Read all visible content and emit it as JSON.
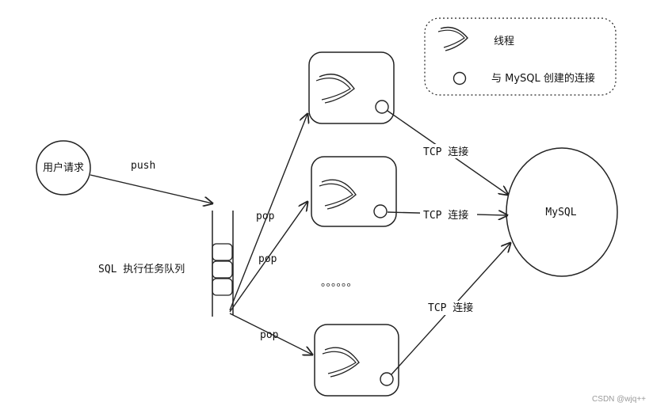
{
  "legend": {
    "thread_label": "线程",
    "connection_label": "与 MySQL 创建的连接"
  },
  "user_request": "用户请求",
  "push_label": "push",
  "queue_label": "SQL 执行任务队列",
  "pop_labels": [
    "pop",
    "pop",
    "pop"
  ],
  "ellipsis": "。。。。。。",
  "tcp_labels": [
    "TCP 连接",
    "TCP 连接",
    "TCP 连接"
  ],
  "mysql_label": "MySQL",
  "watermark": "CSDN @wjq++",
  "colors": {
    "stroke": "#222222",
    "background": "#ffffff",
    "watermark": "#9a9a9a"
  }
}
